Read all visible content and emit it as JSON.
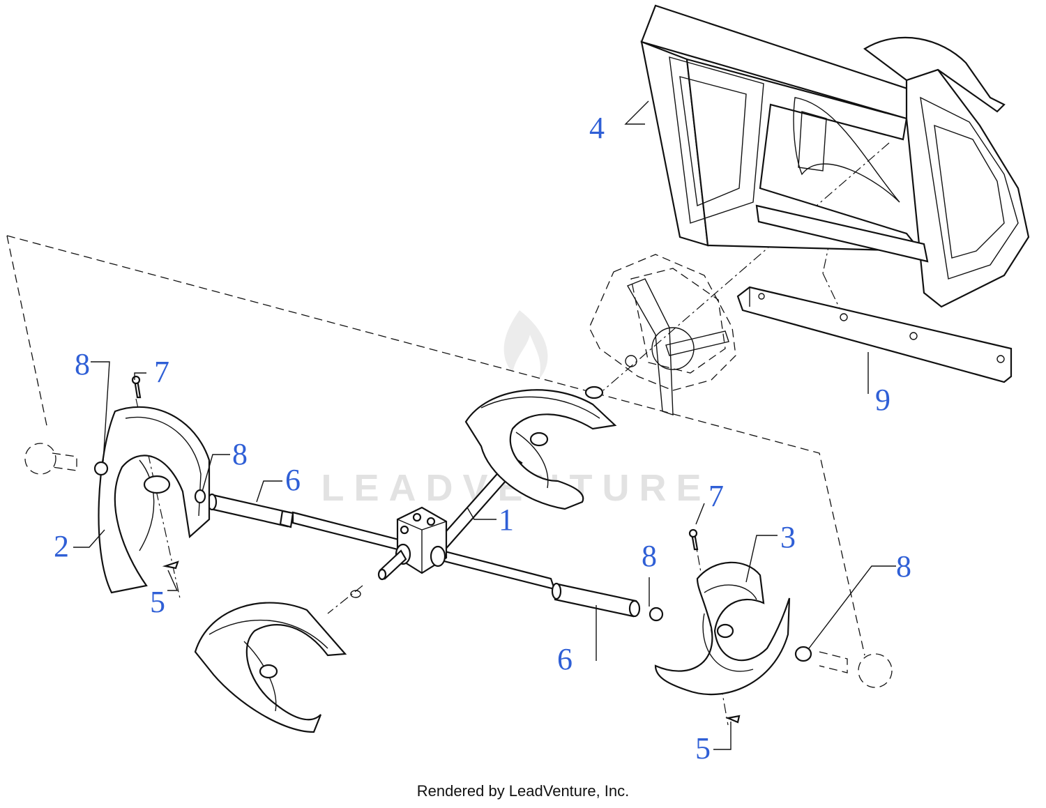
{
  "watermark": "LEADVENTURE",
  "footer": "Rendered by LeadVenture, Inc.",
  "callouts": {
    "c1": "1",
    "c2": "2",
    "c3": "3",
    "c4": "4",
    "c5a": "5",
    "c5b": "5",
    "c6a": "6",
    "c6b": "6",
    "c7a": "7",
    "c7b": "7",
    "c8a": "8",
    "c8b": "8",
    "c8c": "8",
    "c8d": "8",
    "c9": "9"
  },
  "colors": {
    "callout": "#2f5fd6",
    "line": "#111111"
  }
}
